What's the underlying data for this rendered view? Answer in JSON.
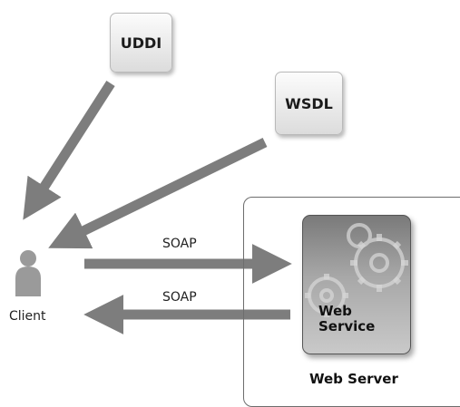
{
  "nodes": {
    "uddi": "UDDI",
    "wsdl": "WSDL",
    "client": "Client",
    "web_service": "Web Service",
    "web_server": "Web Server"
  },
  "messages": {
    "request": "SOAP",
    "response": "SOAP"
  },
  "icons": {
    "client": "person-icon",
    "web_service": "gears-icon"
  }
}
